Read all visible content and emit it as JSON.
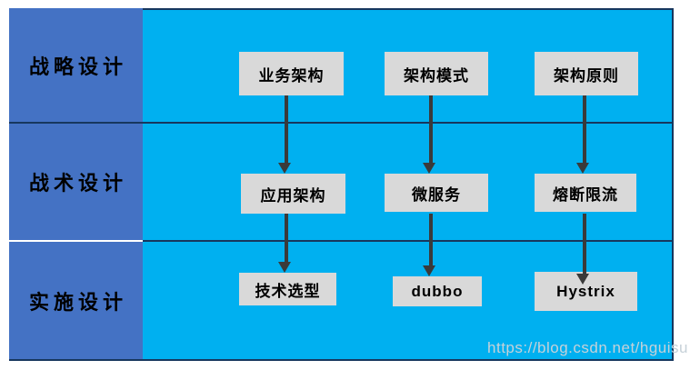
{
  "diagram": {
    "sidebar_rows": [
      {
        "label": "战略设计"
      },
      {
        "label": "战术设计"
      },
      {
        "label": "实施设计"
      }
    ],
    "columns": [
      {
        "name": "business-architecture-column",
        "cells": [
          "业务架构",
          "应用架构",
          "技术选型"
        ]
      },
      {
        "name": "architecture-pattern-column",
        "cells": [
          "架构模式",
          "微服务",
          "dubbo"
        ]
      },
      {
        "name": "architecture-principle-column",
        "cells": [
          "架构原则",
          "熔断限流",
          "Hystrix"
        ]
      }
    ],
    "colors": {
      "sidebar": "#4472C4",
      "main_background": "#00B0F0",
      "node_fill": "#D9D9D9",
      "arrow": "#3A3A3A",
      "border": "#17375E",
      "row_divider_white": "#FFFFFF"
    }
  },
  "watermark": {
    "text": "https://blog.csdn.net/hguisu"
  }
}
